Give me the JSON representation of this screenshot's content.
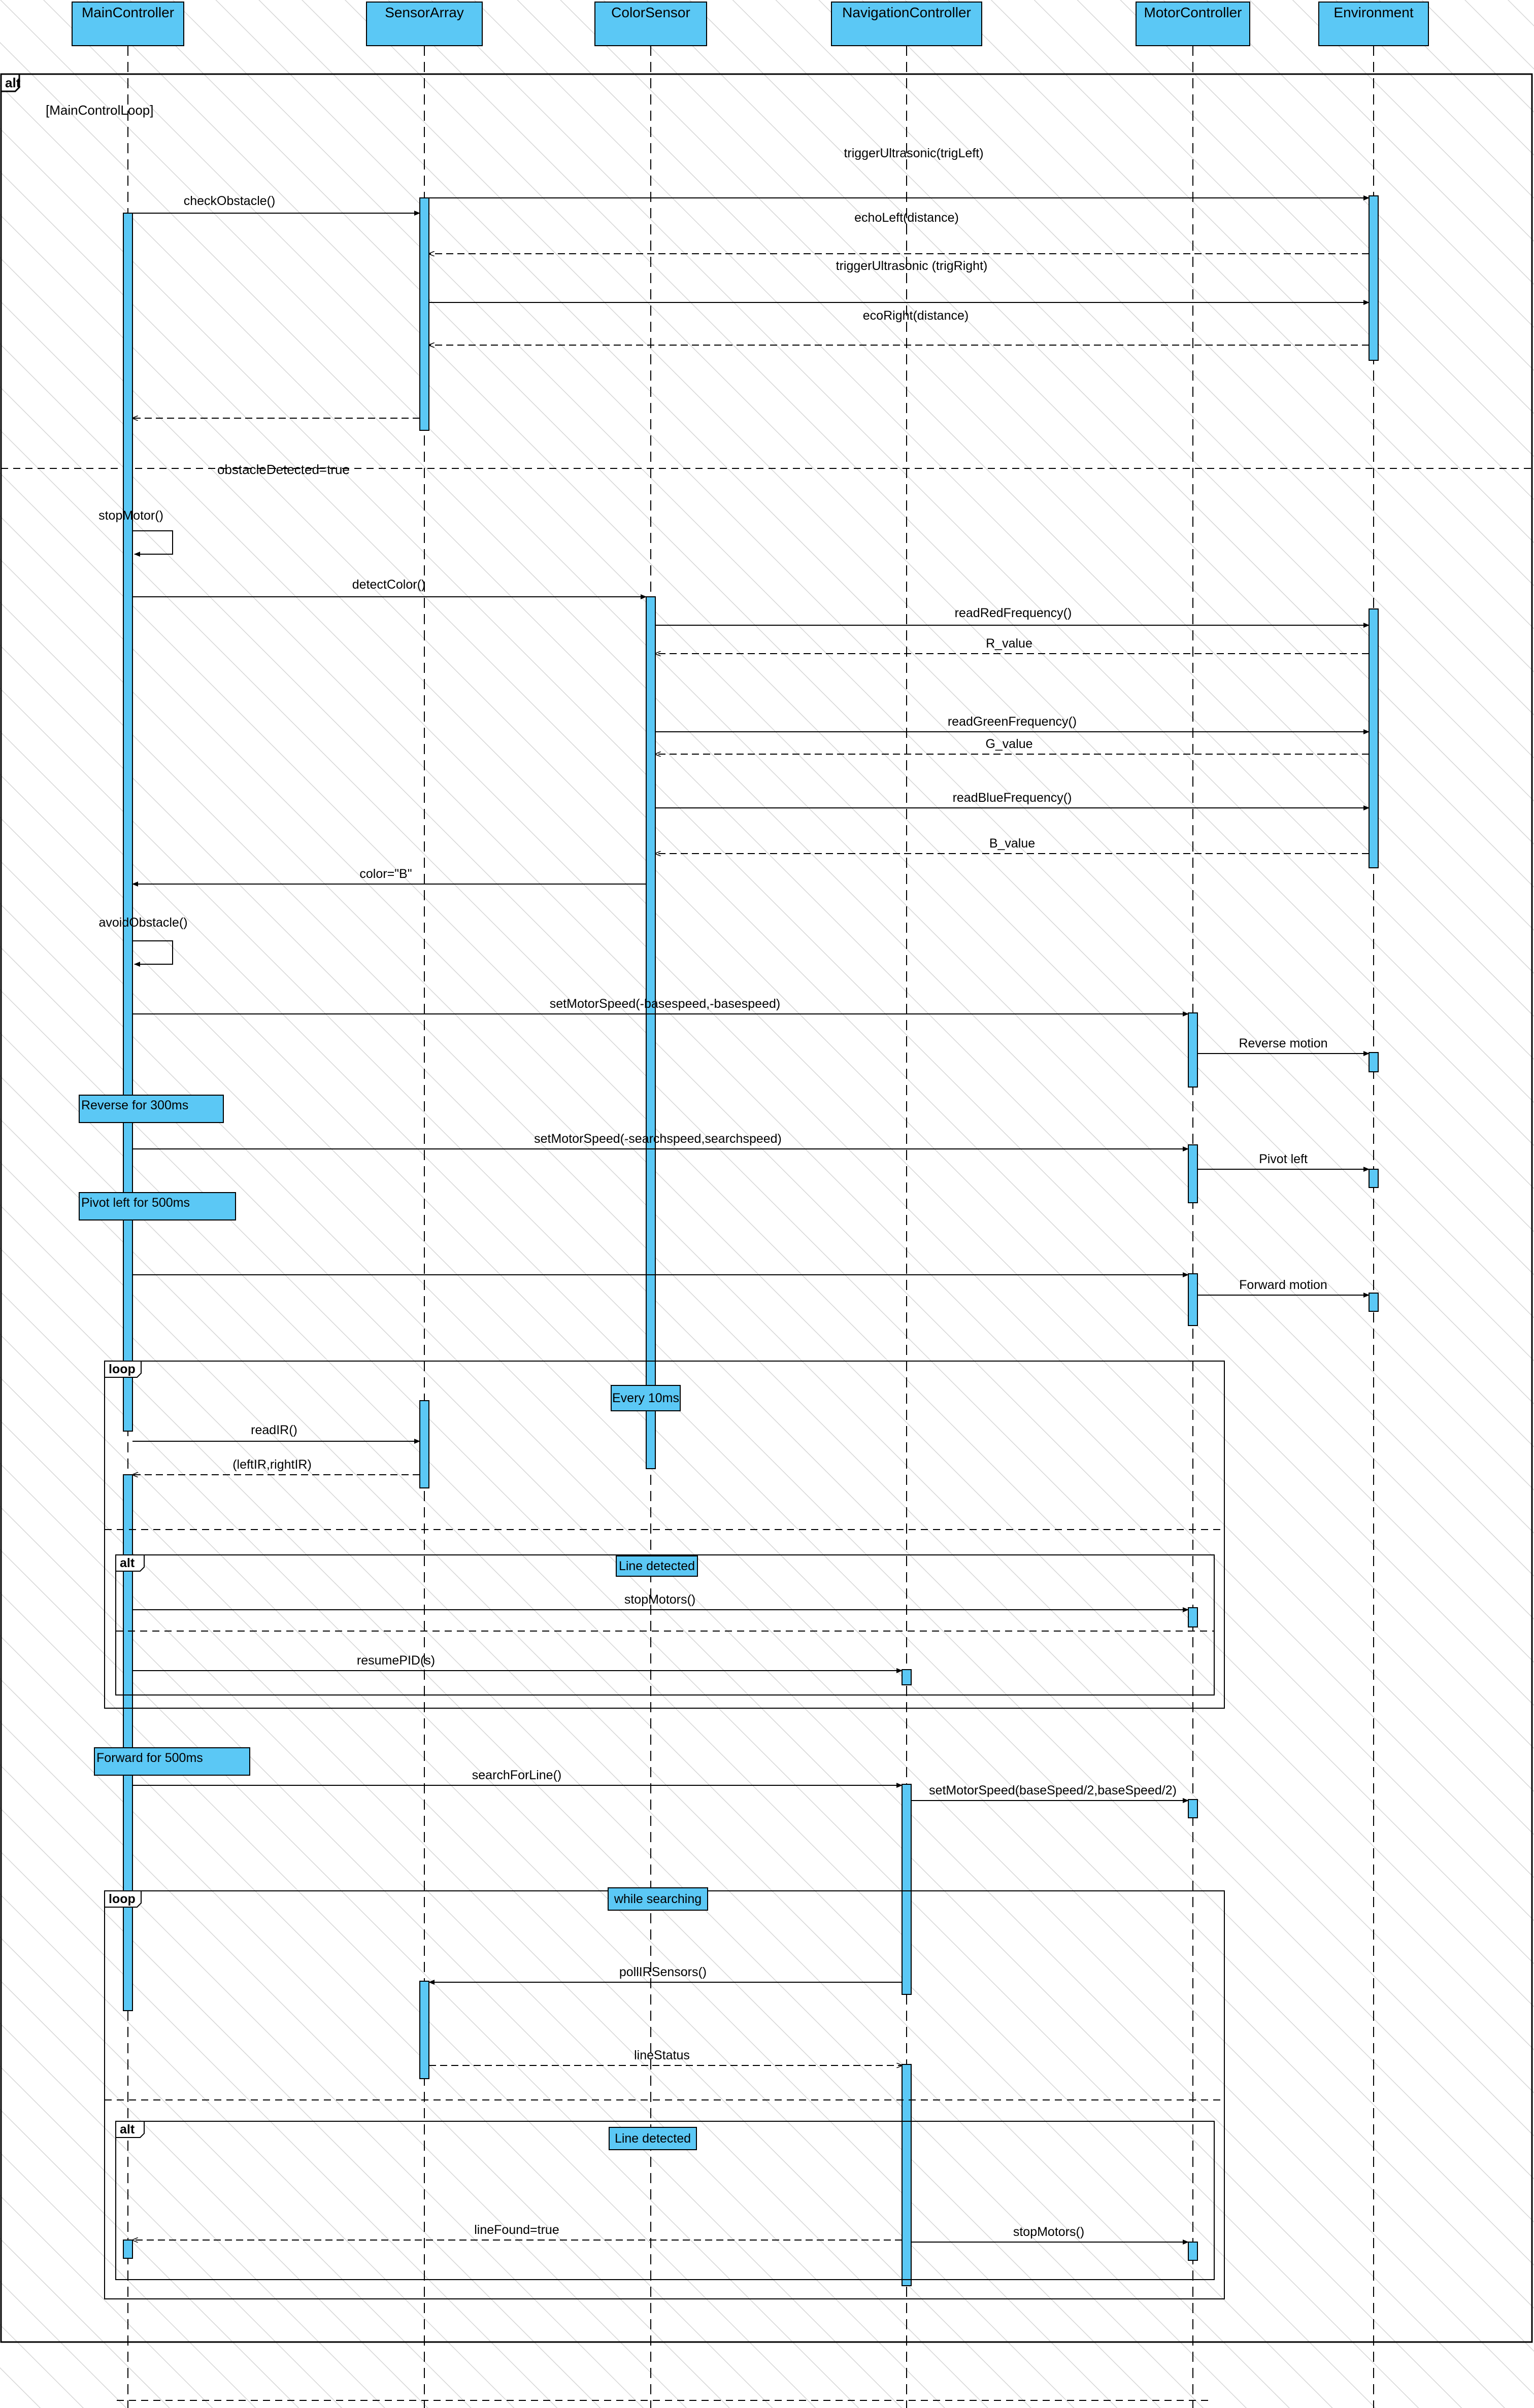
{
  "participants": [
    {
      "id": "main",
      "name": "MainController"
    },
    {
      "id": "sensor",
      "name": "SensorArray"
    },
    {
      "id": "color",
      "name": "ColorSensor"
    },
    {
      "id": "nav",
      "name": "NavigationController"
    },
    {
      "id": "motor",
      "name": "MotorController"
    },
    {
      "id": "env",
      "name": "Environment"
    }
  ],
  "fragments": {
    "outer_alt": {
      "operator": "alt",
      "guard": "[MainControlLoop]",
      "separator_label": "obstacleDetected=true"
    },
    "loop1": {
      "operator": "loop",
      "note": "Every 10ms"
    },
    "alt1": {
      "operator": "alt",
      "note": "Line detected"
    },
    "loop2": {
      "operator": "loop",
      "note": "while searching"
    },
    "alt2": {
      "operator": "alt",
      "note": "Line detected"
    }
  },
  "notes": {
    "reverse": "Reverse for 300ms",
    "pivot": "Pivot left for 500ms",
    "forward": "Forward for 500ms"
  },
  "messages": {
    "m1": "triggerUltrasonic(trigLeft)",
    "m2": "checkObstacle()",
    "m3": "echoLeft(distance)",
    "m4": "triggerUltrasonic (trigRight)",
    "m5": "ecoRight(distance)",
    "m6": "stopMotor()",
    "m7": "detectColor()",
    "m8": "readRedFrequency()",
    "m9": "R_value",
    "m10": "readGreenFrequency()",
    "m11": "G_value",
    "m12": "readBlueFrequency()",
    "m13": "B_value",
    "m14": "color=\"B\"",
    "m15": "avoidObstacle()",
    "m16": "setMotorSpeed(-basespeed,-basespeed)",
    "m17": "Reverse motion",
    "m18": "setMotorSpeed(-searchspeed,searchspeed)",
    "m19": "Pivot left",
    "m20": "Forward motion",
    "m21": "readIR()",
    "m22": "(leftIR,rightIR)",
    "m23": "stopMotors()",
    "m24": "resumePID(s)",
    "m25": "searchForLine()",
    "m26": "setMotorSpeed(baseSpeed/2,baseSpeed/2)",
    "m27": "pollIRSensors()",
    "m28": "lineStatus",
    "m29": "lineFound=true",
    "m30": "stopMotors()"
  },
  "colors": {
    "box_fill": "#5bc8f5",
    "line": "#000000",
    "page": "#ffffff"
  }
}
